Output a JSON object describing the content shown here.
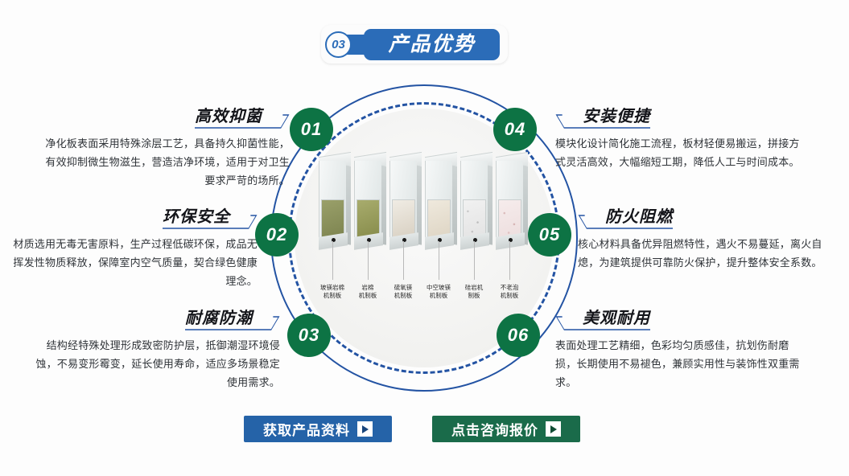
{
  "header": {
    "number": "03",
    "title": "产品优势"
  },
  "center": {
    "panel_labels": [
      "玻镁岩棉\n机制板",
      "岩棉\n机制板",
      "硫氧镁\n机制板",
      "中空玻镁\n机制板",
      "硅岩机\n制板",
      "不老泡\n机制板"
    ]
  },
  "features": [
    {
      "number": "01",
      "title": "高效抑菌",
      "body": "净化板表面采用特殊涂层工艺，具备持久抑菌性能，有效抑制微生物滋生，营造洁净环境，适用于对卫生要求严苛的场所。",
      "side": "left"
    },
    {
      "number": "02",
      "title": "环保安全",
      "body": "材质选用无毒无害原料，生产过程低碳环保，成品无挥发性物质释放，保障室内空气质量，契合绿色健康理念。",
      "side": "left"
    },
    {
      "number": "03",
      "title": "耐腐防潮",
      "body": "结构经特殊处理形成致密防护层，抵御潮湿环境侵蚀，不易变形霉变，延长使用寿命，适应多场景稳定使用需求。",
      "side": "left"
    },
    {
      "number": "04",
      "title": "安装便捷",
      "body": "模块化设计简化施工流程，板材轻便易搬运，拼接方式灵活高效，大幅缩短工期，降低人工与时间成本。",
      "side": "right"
    },
    {
      "number": "05",
      "title": "防火阻燃",
      "body": "核心材料具备优异阻燃特性，遇火不易蔓延，离火自熄，为建筑提供可靠防火保护，提升整体安全系数。",
      "side": "right"
    },
    {
      "number": "06",
      "title": "美观耐用",
      "body": "表面处理工艺精细，色彩均匀质感佳，抗划伤耐磨损，长期使用不易褪色，兼顾实用性与装饰性双重需求。",
      "side": "right"
    }
  ],
  "cta": {
    "primary": "获取产品资料",
    "secondary": "点击咨询报价"
  },
  "colors": {
    "brand_blue": "#2b6cb8",
    "ring_blue": "#2353a3",
    "badge_green": "#0d7344",
    "cta_blue": "#2563a8",
    "cta_green": "#1a6b4a"
  }
}
